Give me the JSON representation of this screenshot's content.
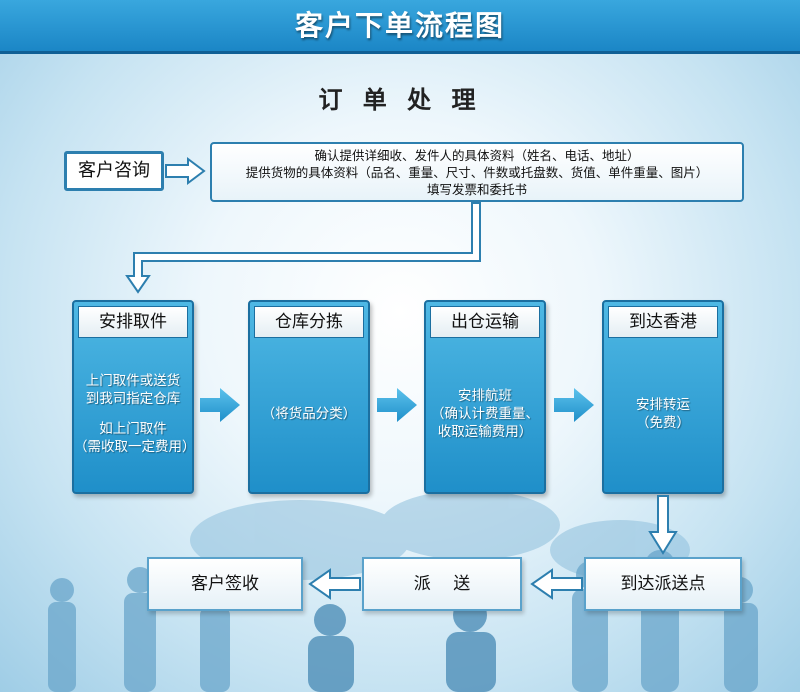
{
  "header": {
    "title": "客户下单流程图"
  },
  "section_title": "订 单 处 理",
  "inquiry": {
    "label": "客户咨询"
  },
  "info_box": {
    "lines": [
      "确认提供详细收、发件人的具体资料（姓名、电话、地址）",
      "提供货物的具体资料（品名、重量、尺寸、件数或托盘数、货值、单件重量、图片）",
      "填写发票和委托书"
    ]
  },
  "steps": [
    {
      "title": "安排取件",
      "lines": [
        "上门取件或送货",
        "到我司指定仓库",
        "",
        "如上门取件",
        "（需收取一定费用）"
      ]
    },
    {
      "title": "仓库分拣",
      "lines": [
        "（将货品分类）"
      ]
    },
    {
      "title": "出仓运输",
      "lines": [
        "安排航班",
        "（确认计费重量、",
        "收取运输费用）"
      ]
    },
    {
      "title": "到达香港",
      "lines": [
        "安排转运",
        "（免费）"
      ]
    }
  ],
  "bottom": {
    "delivery_point": "到达派送点",
    "dispatch": "派　 送",
    "sign": "客户签收"
  },
  "colors": {
    "header": "#1e8cca",
    "card": "#2a9ad3",
    "border": "#2d7faf",
    "arrow": "#2a9ad3"
  }
}
